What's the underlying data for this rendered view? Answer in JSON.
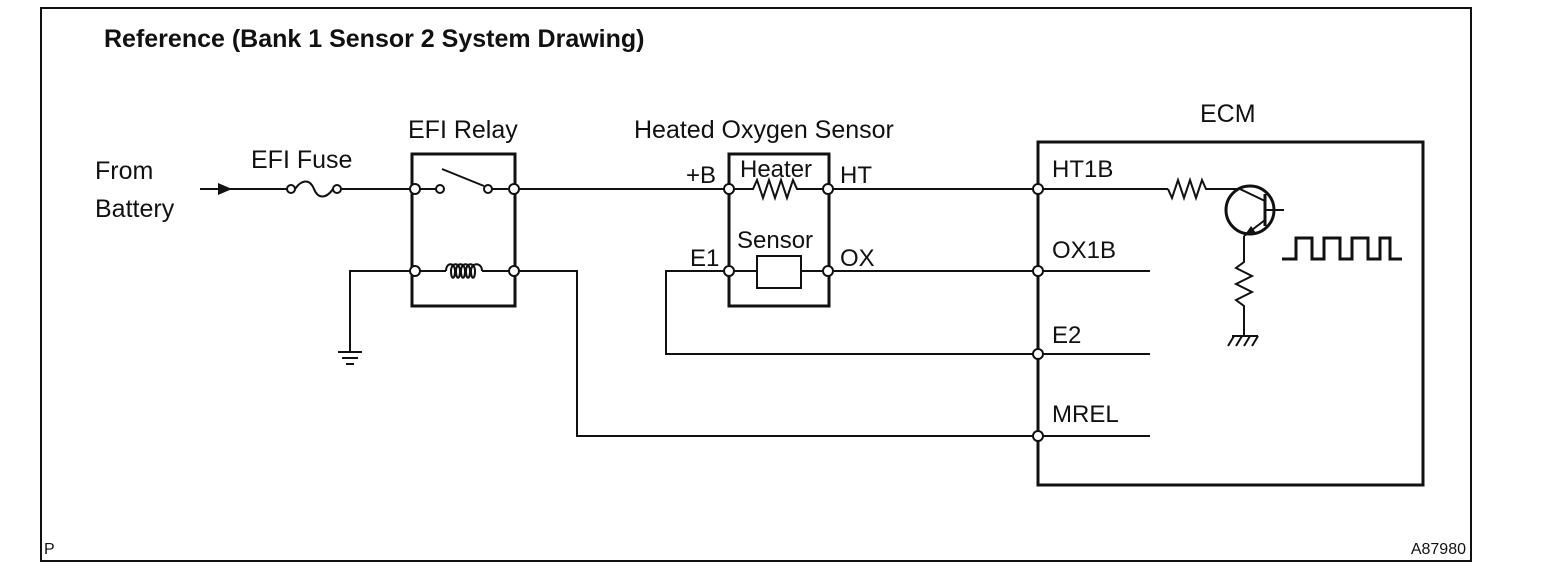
{
  "diagram": {
    "title": "Reference (Bank 1 Sensor 2 System Drawing)",
    "source": {
      "line1": "From",
      "line2": "Battery"
    },
    "fuse_label": "EFI Fuse",
    "relay_label": "EFI Relay",
    "sensor": {
      "title": "Heated Oxygen Sensor",
      "heater_label": "Heater",
      "sensor_label": "Sensor",
      "pins": {
        "plus_b": "+B",
        "ht": "HT",
        "e1": "E1",
        "ox": "OX"
      }
    },
    "ecm": {
      "title": "ECM",
      "pins": {
        "ht1b": "HT1B",
        "ox1b": "OX1B",
        "e2": "E2",
        "mrel": "MREL"
      }
    },
    "corner_left": "P",
    "corner_right": "A87980"
  }
}
